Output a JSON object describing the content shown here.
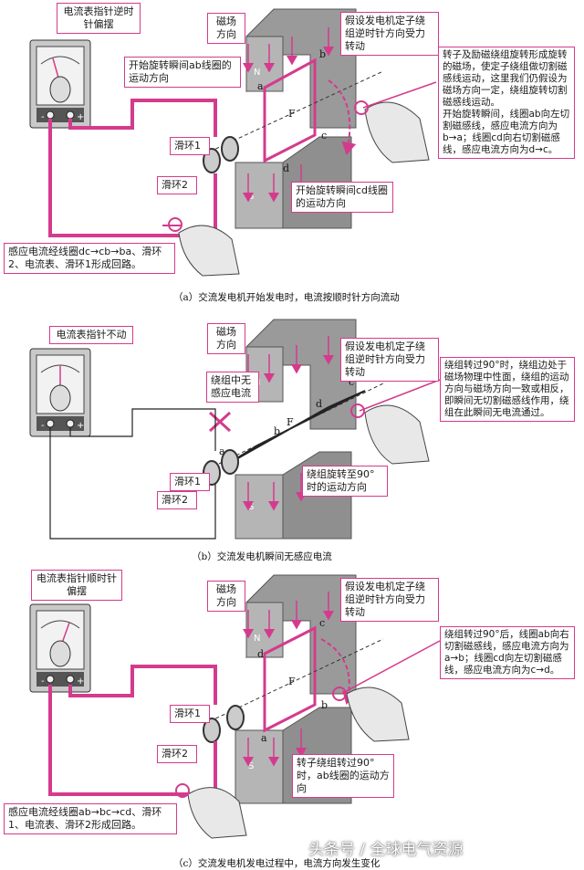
{
  "panels": [
    {
      "caption": "（a）交流发电机开始发电时，电流按顺时针方向流动",
      "meter_note": "电流表指针逆时针偏摆",
      "field_label": "磁场方向",
      "stator_note": "假设发电机定子绕组逆时针方向受力转动",
      "ab_note": "开始旋转瞬间ab线圈的运动方向",
      "cd_note": "开始旋转瞬间cd线圈的运动方向",
      "slip1": "滑环1",
      "slip2": "滑环2",
      "side_note": "转子及励磁绕组旋转形成旋转的磁场，使定子绕组做切割磁感线运动，这里我们仍假设为磁场方向一定，绕组旋转切割磁感线运动。\n开始旋转瞬间，线圈ab向左切割磁感线，感应电流方向为b→a；线圈cd向右切割磁感线，感应电流方向为d→c。",
      "loop_note": "感应电流经线圈dc→cb→ba、滑环2、电流表、滑环1形成回路。"
    },
    {
      "caption": "（b）交流发电机瞬间无感应电流",
      "meter_note": "电流表指针不动",
      "field_label": "磁场方向",
      "stator_note": "假设发电机定子绕组逆时针方向受力转动",
      "no_current_note": "绕组中无感应电流",
      "rot90_note": "绕组旋转至90°时的运动方向",
      "slip1": "滑环1",
      "slip2": "滑环2",
      "side_note": "绕组转过90°时，绕组边处于磁场物理中性面，绕组的运动方向与磁场方向一致或相反，即瞬间无切割磁感线作用，绕组在此瞬间无电流通过。"
    },
    {
      "caption": "（c）交流发电机发电过程中，电流方向发生变化",
      "meter_note": "电流表指针顺时针偏摆",
      "field_label": "磁场方向",
      "stator_note": "假设发电机定子绕组逆时针方向受力转动",
      "after90_note": "转子绕组转过90°时，ab线圈的运动方向",
      "slip1": "滑环1",
      "slip2": "滑环2",
      "side_note": "绕组转过90°后，线圈ab向右切割磁感线，感应电流方向为a→b；线圈cd向左切割磁感线，感应电流方向为c→d。",
      "loop_note": "感应电流经线圈ab→bc→cd、滑环1、电流表、滑环2形成回路。"
    }
  ],
  "pole_labels": {
    "north": "N",
    "south": "S"
  },
  "letters": {
    "a": "a",
    "b": "b",
    "c": "c",
    "d": "d",
    "f": "F"
  },
  "meter_terminals": {
    "minus": "-",
    "plus": "+"
  },
  "watermark": "头条号 / 全球电气资源",
  "colors": {
    "accent": "#d43b8d",
    "wire": "#d43b8d",
    "magnet": "#8c8c8c",
    "text": "#1a1a1a"
  }
}
